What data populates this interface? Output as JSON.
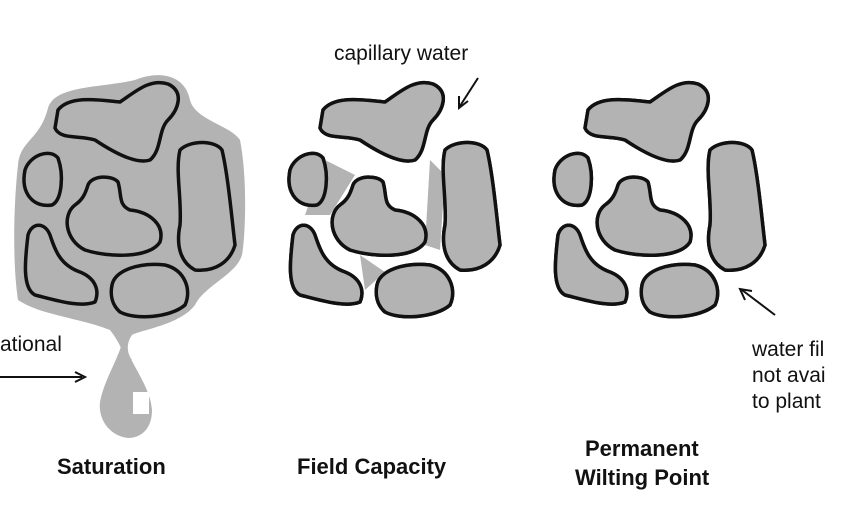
{
  "colors": {
    "water": "#b3b3b3",
    "particle_fill": "#b3b3b3",
    "outline": "#111111"
  },
  "labels": {
    "capillary_water": "capillary water",
    "gravitational": "ational",
    "water_film_1": "water fil",
    "water_film_2": "not avai",
    "water_film_3": "to plant"
  },
  "titles": {
    "saturation": "Saturation",
    "field_capacity": "Field Capacity",
    "wilting_1": "Permanent",
    "wilting_2": "Wilting Point"
  }
}
